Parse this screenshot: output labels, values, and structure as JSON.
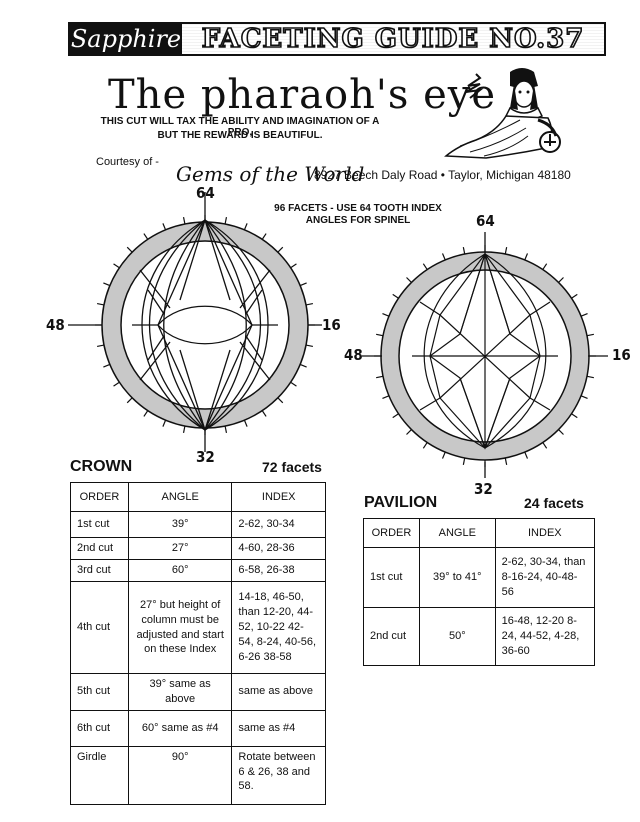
{
  "header": {
    "brand": "Sapphire",
    "guide_title": "FACETING GUIDE NO.37"
  },
  "title": "The pharaoh's eye",
  "tagline": [
    "THIS CUT WILL TAX THE ABILITY AND IMAGINATION OF A PRO,",
    "BUT THE REWARD IS BEAUTIFUL."
  ],
  "courtesy": "Courtesy of -",
  "company": "Gems of the World",
  "address": "8927 Beech Daly Road  •  Taylor, Michigan 48180",
  "facet_note": [
    "96 FACETS - USE 64 TOOTH INDEX",
    "ANGLES FOR SPINEL"
  ],
  "crown_diagram": {
    "top": "64",
    "left": "48",
    "right": "16",
    "bottom": "32"
  },
  "pavilion_diagram": {
    "top": "64",
    "left": "48",
    "right": "16",
    "bottom": "32"
  },
  "crown": {
    "title": "CROWN",
    "count": "72 facets",
    "headers": [
      "ORDER",
      "ANGLE",
      "INDEX"
    ],
    "rows": [
      [
        "1st cut",
        "39°",
        "2-62, 30-34"
      ],
      [
        "2nd cut",
        "27°",
        "4-60, 28-36"
      ],
      [
        "3rd cut",
        "60°",
        "6-58, 26-38"
      ],
      [
        "4th cut",
        "27° but height of column must be adjusted and start on these Index",
        "14-18, 46-50, than 12-20, 44-52, 10-22 42-54, 8-24, 40-56, 6-26 38-58"
      ],
      [
        "5th cut",
        "39° same as above",
        "same as above"
      ],
      [
        "6th cut",
        "60° same as #4",
        "same as #4"
      ],
      [
        "Girdle",
        "90°",
        "Rotate between 6 & 26, 38 and 58."
      ]
    ]
  },
  "pavilion": {
    "title": "PAVILION",
    "count": "24 facets",
    "headers": [
      "ORDER",
      "ANGLE",
      "INDEX"
    ],
    "rows": [
      [
        "1st cut",
        "39° to 41°",
        "2-62, 30-34, than 8-16-24, 40-48-56"
      ],
      [
        "2nd cut",
        "50°",
        "16-48, 12-20 8-24, 44-52, 4-28, 36-60"
      ]
    ]
  },
  "colors": {
    "ink": "#111111",
    "girdle_shade": "#c8c8c8",
    "paper": "#ffffff"
  }
}
